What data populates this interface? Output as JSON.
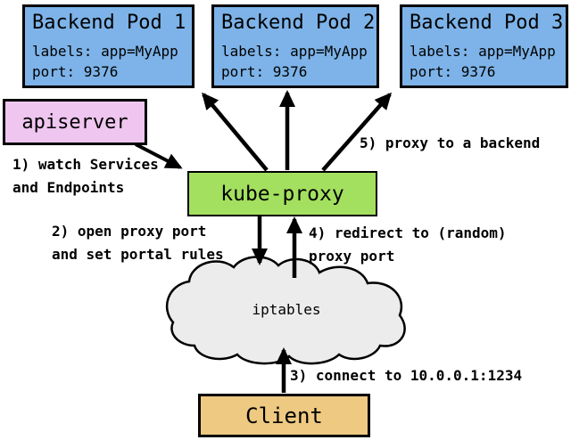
{
  "nodes": {
    "pods": [
      {
        "title": "Backend Pod 1",
        "labels": "labels: app=MyApp",
        "port": "port: 9376"
      },
      {
        "title": "Backend Pod 2",
        "labels": "labels: app=MyApp",
        "port": "port: 9376"
      },
      {
        "title": "Backend Pod 3",
        "labels": "labels: app=MyApp",
        "port": "port: 9376"
      }
    ],
    "apiserver": {
      "label": "apiserver"
    },
    "kube_proxy": {
      "label": "kube-proxy"
    },
    "iptables": {
      "label": "iptables"
    },
    "client": {
      "label": "Client"
    }
  },
  "annotations": {
    "step1": "1) watch Services\nand Endpoints",
    "step2": "2) open proxy port\nand set portal rules",
    "step3": "3) connect to 10.0.0.1:1234",
    "step4": "4) redirect to (random)\nproxy port",
    "step5": "5) proxy to a backend"
  },
  "colors": {
    "pod_fill": "#7DB3E8",
    "apiserver_fill": "#EFC6F0",
    "kube_proxy_fill": "#A4E060",
    "client_fill": "#EEC981",
    "cloud_fill": "#ECECEC",
    "line": "#000000"
  }
}
